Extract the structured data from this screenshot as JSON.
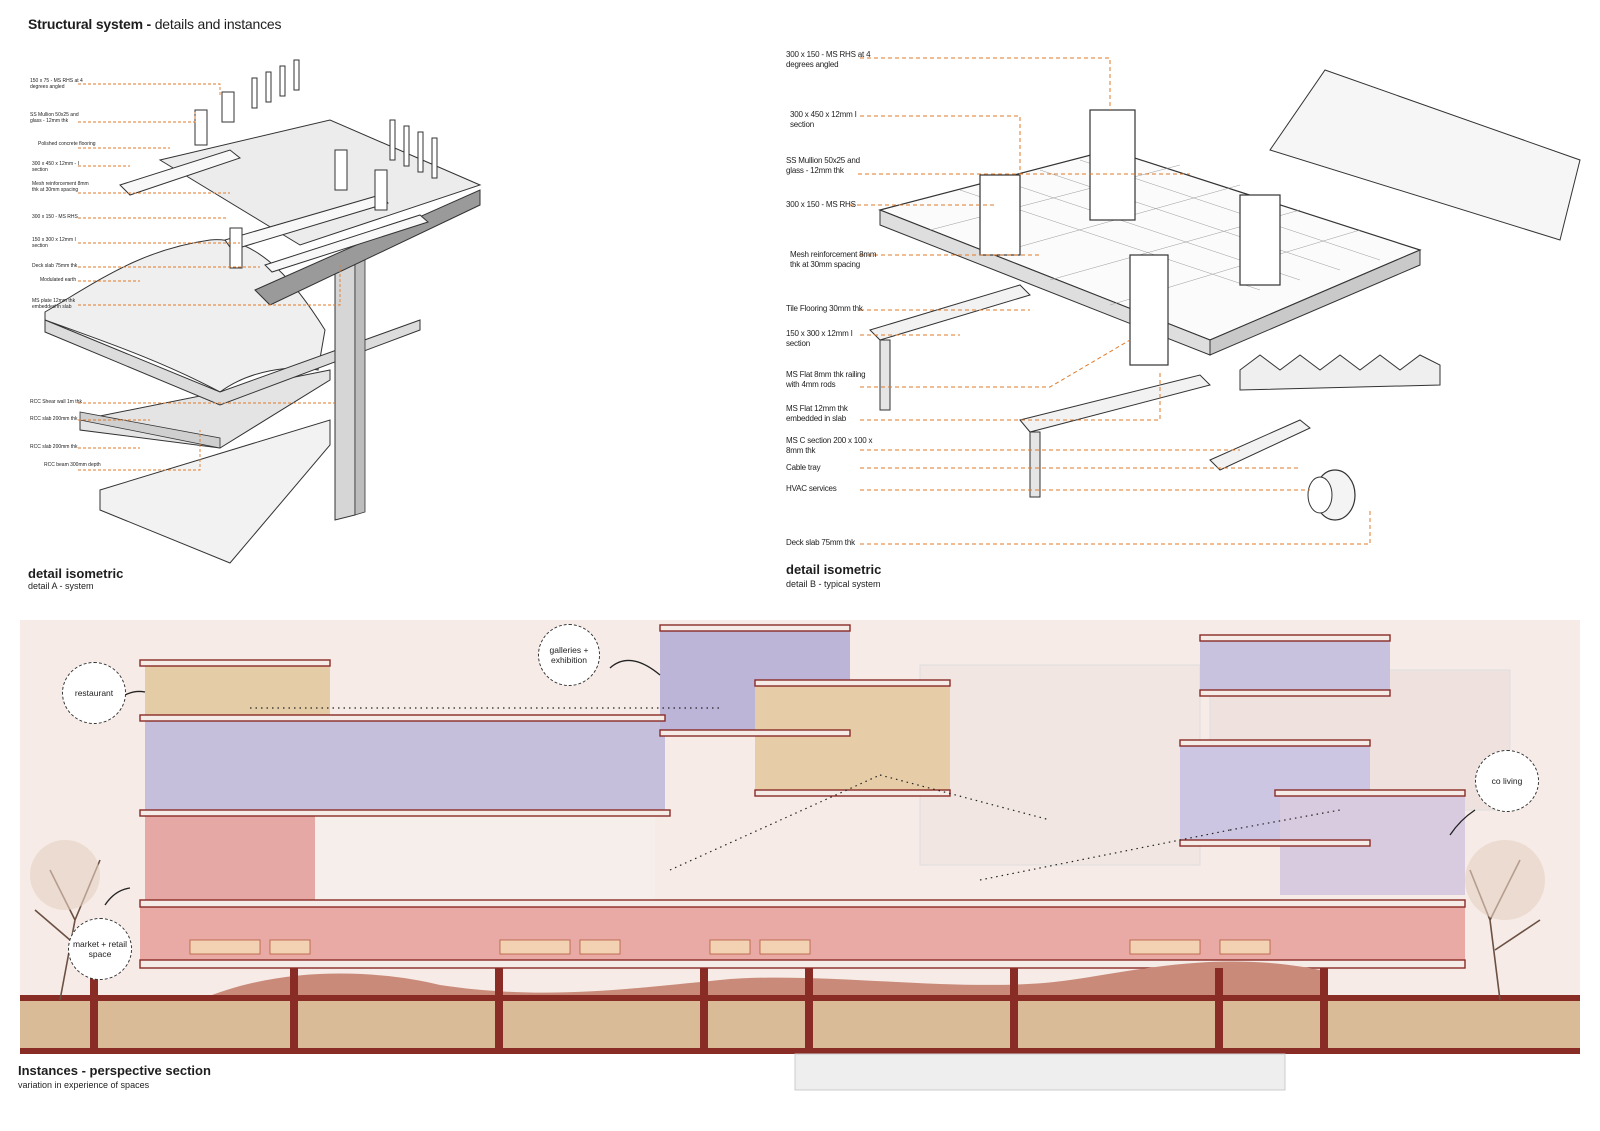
{
  "header": {
    "title_bold": "Structural system - ",
    "title_light": "details and instances"
  },
  "detailA": {
    "title": "detail isometric",
    "caption": "detail A - system",
    "labels": [
      "150 x 75 - MS RHS at 4 degrees angled",
      "SS Mullion 50x25 and glass - 12mm thk",
      "Polished concrete flooring",
      "300 x 450 x 12mm - I section",
      "Mesh reinforcement 8mm thk at 30mm spacing",
      "300 x 150 - MS RHS",
      "150 x 300 x 12mm I section",
      "Deck slab 75mm thk",
      "Modulated earth",
      "MS plate 12mm thk embedded in slab",
      "RCC Shear wall 1m thk",
      "RCC slab 200mm thk",
      "RCC slab 200mm thk",
      "RCC beam 300mm depth"
    ]
  },
  "detailB": {
    "title": "detail isometric",
    "caption": "detail B - typical system",
    "labels": [
      "300 x 150 - MS RHS at 4 degrees angled",
      "300 x 450 x 12mm I section",
      "SS Mullion 50x25 and glass - 12mm thk",
      "300 x 150 - MS RHS",
      "Mesh reinforcement 8mm thk at 30mm spacing",
      "Tile Flooring 30mm thk",
      "150 x 300 x 12mm I section",
      "MS Flat 8mm thk railing with 4mm rods",
      "MS Flat 12mm thk embedded in slab",
      "MS C section 200 x 100 x 8mm thk",
      "Cable tray",
      "HVAC services",
      "Deck slab 75mm thk"
    ]
  },
  "section": {
    "title": "Instances - perspective section",
    "caption": "variation in experience of spaces",
    "bubbles": {
      "restaurant": "restaurant",
      "galleries": "galleries + exhibition",
      "coliving": "co living",
      "market": "market + retail space"
    }
  },
  "colors": {
    "leader": "#e07a2a",
    "gallery": "#b9b3d4",
    "restaurant": "#e2c9a0",
    "market": "#e8aaa6",
    "structure": "#8a2c26",
    "earth": "#c98a79",
    "sky": "#f4e6e1"
  }
}
